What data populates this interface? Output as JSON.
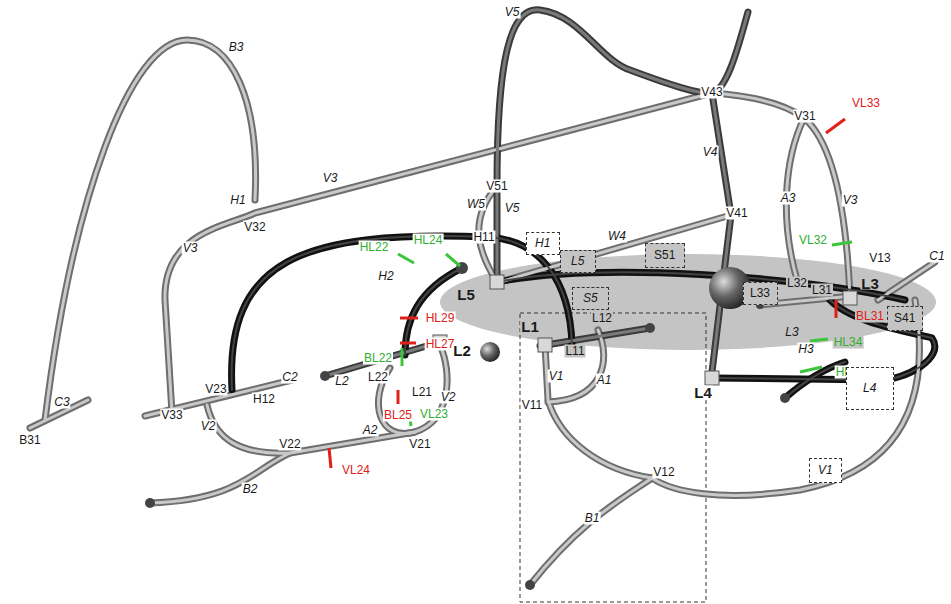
{
  "diagram": {
    "nodes": [
      {
        "text": [
          "H1"
        ]
      },
      {
        "text": [
          "L5"
        ]
      },
      {
        "text": [
          "S51"
        ]
      },
      {
        "text": [
          "S5"
        ]
      },
      {
        "text": [
          "L33"
        ]
      },
      {
        "text": [
          "S41"
        ]
      },
      {
        "text": [
          "L4"
        ]
      },
      {
        "text": [
          "V1"
        ]
      }
    ],
    "labels": [
      "V5",
      "V43",
      "V31",
      "VL33",
      "B3",
      "V3",
      "V32",
      "V51",
      "V4",
      "W5",
      "V5",
      "W4",
      "V41",
      "A3",
      "V3",
      "VL32",
      "H11",
      "V13",
      "C1",
      "L32",
      "L3",
      "L31",
      "BL31",
      "H1",
      "V3",
      "HL22",
      "HL24",
      "H2",
      "L5",
      "HL29",
      "HL27",
      "L1",
      "L12",
      "L11",
      "BL22",
      "L2",
      "L22",
      "L21",
      "BL25",
      "L2",
      "C2",
      "V23",
      "H12",
      "V33",
      "B31",
      "C3",
      "L3",
      "H3",
      "HL34",
      "HL33",
      "L4",
      "V1",
      "A1",
      "V11",
      "VL23",
      "V2",
      "A2",
      "V21",
      "V2",
      "V22",
      "VL24",
      "V12",
      "B2",
      "B1"
    ]
  }
}
